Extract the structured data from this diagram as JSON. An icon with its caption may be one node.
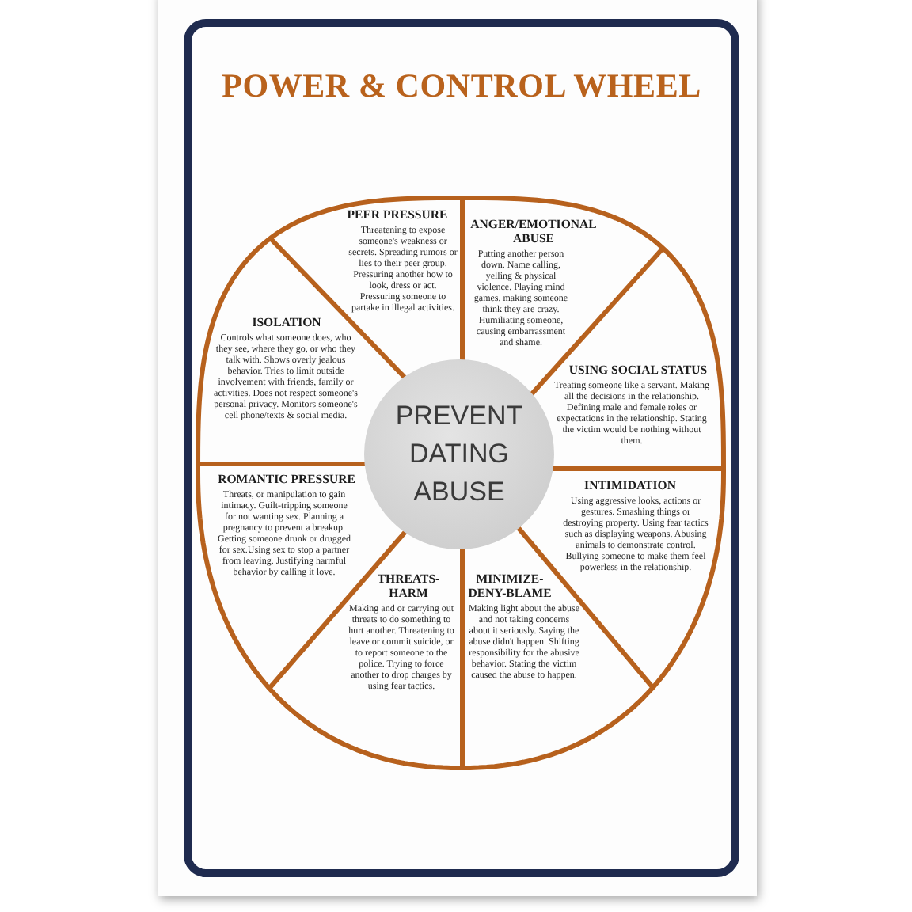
{
  "diagram": {
    "title": "POWER & CONTROL WHEEL",
    "nodes": [
      {
        "text": [
          "PEER PRESSURE",
          "Threatening to expose someone's weakness or secrets. Spreading rumors or lies to their peer group. Pressuring another how to look, dress or act. Pressuring someone to partake in illegal activities."
        ]
      },
      {
        "text": [
          "ANGER/EMOTIONAL ABUSE",
          "Putting another person down. Name calling, yelling & physical violence. Playing mind games, making someone think they are crazy. Humiliating someone, causing embarrassment and shame."
        ]
      },
      {
        "text": [
          "USING SOCIAL STATUS",
          "Treating someone like a servant. Making all the decisions in the relationship. Defining male and female roles or expectations in the relationship. Stating the victim would be nothing without them."
        ]
      },
      {
        "text": [
          "INTIMIDATION",
          "Using aggressive looks, actions or gestures. Smashing things or destroying property. Using fear tactics such as displaying weapons. Abusing animals to demonstrate control. Bullying someone to make them feel powerless in the relationship."
        ]
      },
      {
        "text": [
          "MINIMIZE-DENY-BLAME",
          "Making light about the abuse and not taking concerns about it seriously. Saying the abuse didn't happen. Shifting responsibility for the abusive behavior. Stating the victim caused the abuse to happen."
        ]
      },
      {
        "text": [
          "THREATS-HARM",
          "Making and or carrying out threats to do something to hurt another. Threatening to leave or commit suicide, or to report someone to the police. Trying to force another to drop charges by using fear tactics."
        ]
      },
      {
        "text": [
          "ROMANTIC PRESSURE",
          "Threats, or manipulation to gain intimacy. Guilt-tripping someone for not wanting sex. Planning a pregnancy to prevent a breakup. Getting someone drunk or drugged for sex.Using sex to stop a partner from leaving. Justifying harmful behavior by calling it love."
        ]
      },
      {
        "text": [
          "ISOLATION",
          "Controls what someone does, who they see, where they go, or who they talk with. Shows overly jealous behavior. Tries to limit outside involvement with friends, family or activities. Does not respect someone's personal privacy. Monitors someone's cell phone/texts & social media."
        ]
      },
      {
        "text": [
          "PREVENT DATING ABUSE"
        ]
      }
    ]
  }
}
